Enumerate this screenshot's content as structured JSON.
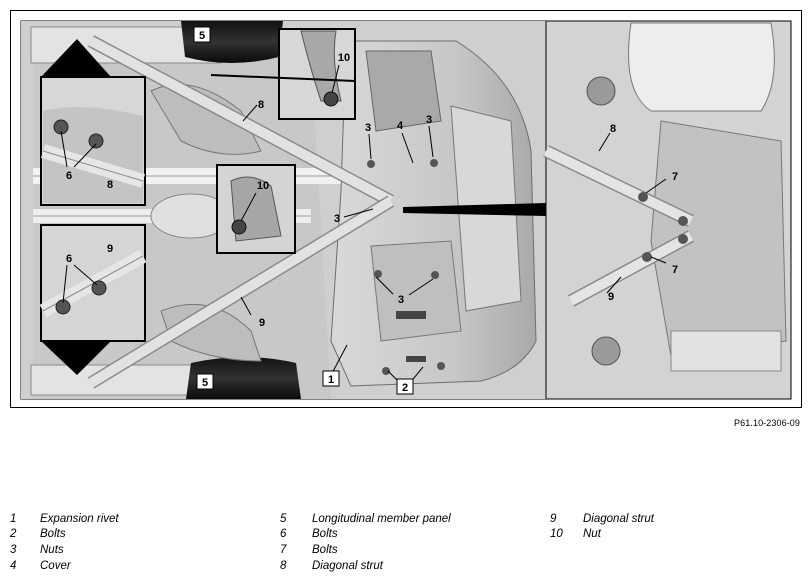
{
  "figure_code": "P61.10-2306-09",
  "callouts": {
    "c1": "1",
    "c2": "2",
    "c3": "3",
    "c4": "4",
    "c5": "5",
    "c6": "6",
    "c7": "7",
    "c8": "8",
    "c9": "9",
    "c10": "10"
  },
  "legend": [
    {
      "num": "1",
      "label": "Expansion rivet"
    },
    {
      "num": "2",
      "label": "Bolts"
    },
    {
      "num": "3",
      "label": "Nuts"
    },
    {
      "num": "4",
      "label": "Cover"
    },
    {
      "num": "5",
      "label": "Longitudinal member panel"
    },
    {
      "num": "6",
      "label": "Bolts"
    },
    {
      "num": "7",
      "label": "Bolts"
    },
    {
      "num": "8",
      "label": "Diagonal strut"
    },
    {
      "num": "9",
      "label": "Diagonal strut"
    },
    {
      "num": "10",
      "label": "Nut"
    }
  ]
}
